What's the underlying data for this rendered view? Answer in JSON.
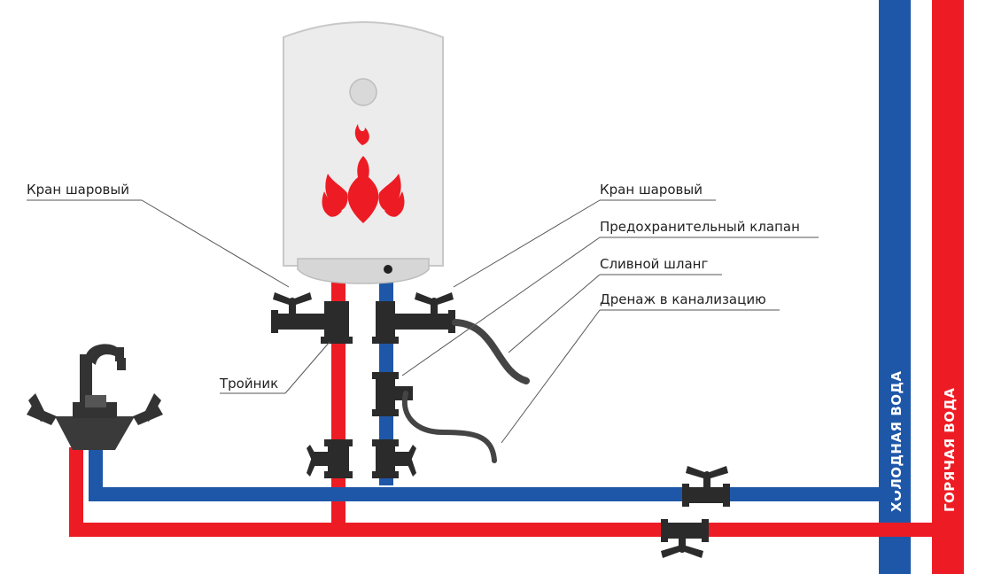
{
  "colors": {
    "cold": "#1f57a8",
    "hot": "#ed1c24",
    "fitting": "#2b2b2b",
    "tank_body": "#ececec",
    "tank_stroke": "#c8c8c8",
    "tank_bottom": "#d6d6d6",
    "label_text": "#222222"
  },
  "icons": {
    "flame": "flame-icon",
    "indicator": "thermometer-dial-icon"
  },
  "labels": {
    "ball_valve_left": "Кран шаровый",
    "tee": "Тройник",
    "ball_valve_right": "Кран шаровый",
    "safety_valve": "Предохранительный клапан",
    "drain_hose": "Сливной шланг",
    "sewer_drain": "Дренаж в канализацию"
  },
  "risers": {
    "cold": "ХОЛОДНАЯ ВОДА",
    "hot": "ГОРЯЧАЯ ВОДА"
  }
}
